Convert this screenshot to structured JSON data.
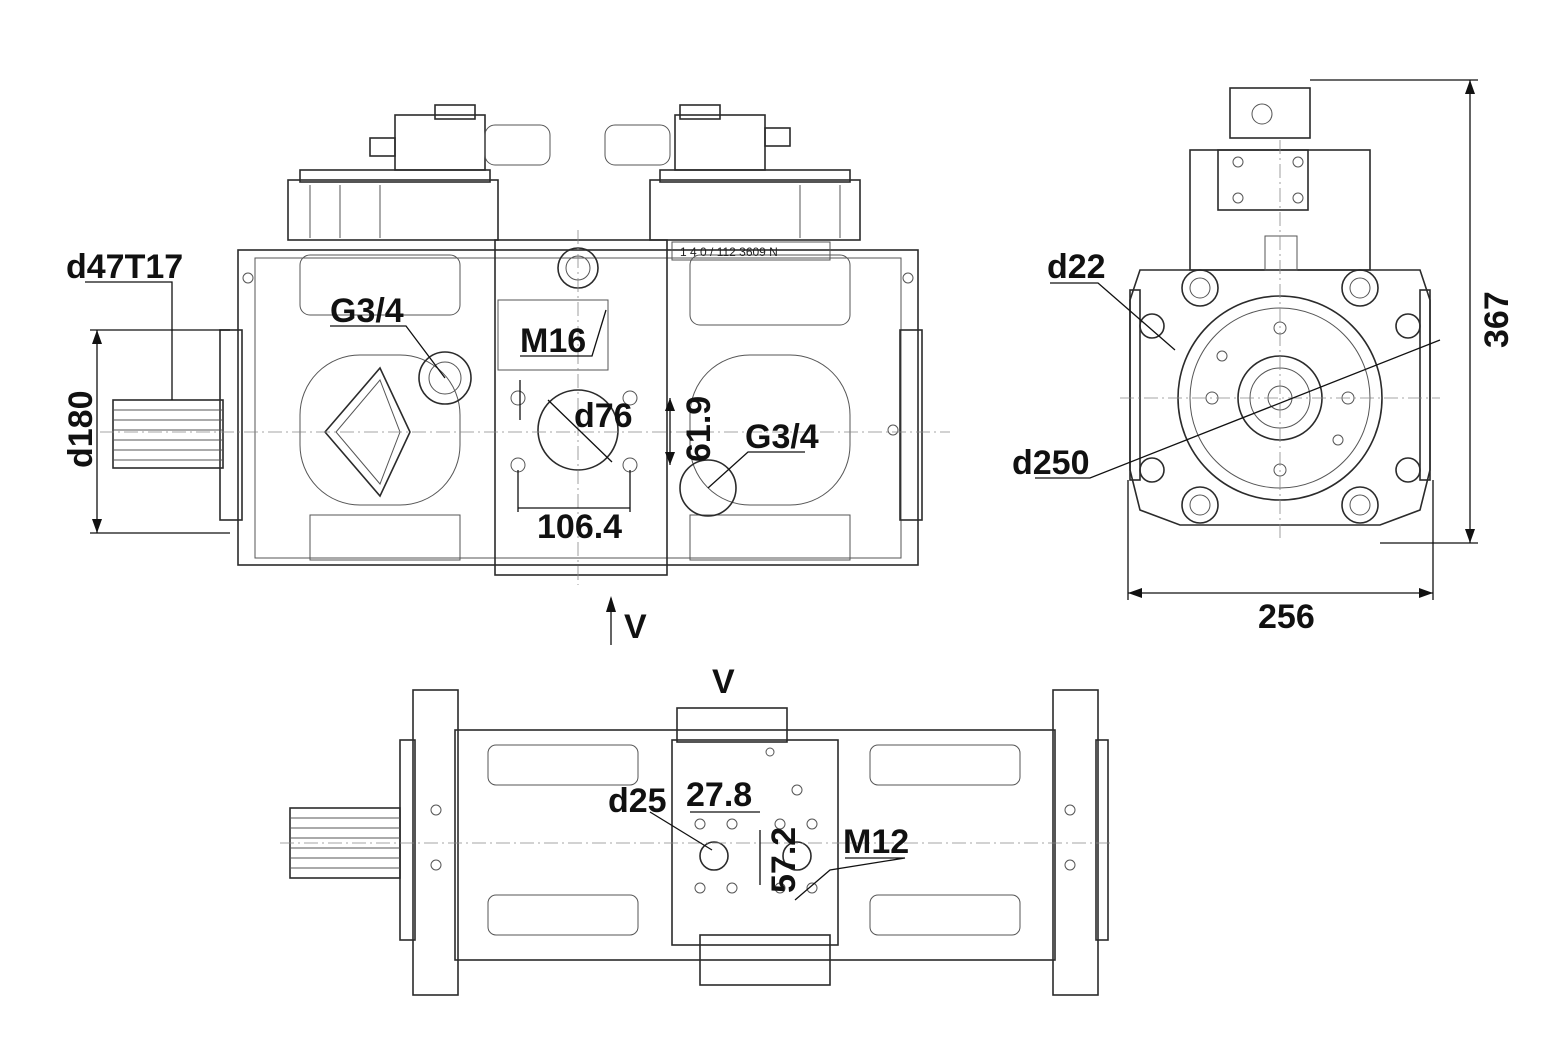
{
  "labels": {
    "spline": "d47T17",
    "shaft_dia": "d180",
    "port_left": "G3/4",
    "port_right": "G3/4",
    "m16": "M16",
    "d76": "d76",
    "dim_61_9": "61.9",
    "dim_106_4": "106.4",
    "view_arrow_label": "V",
    "view_title": "V",
    "d22": "d22",
    "d250": "d250",
    "height": "367",
    "width": "256",
    "d25": "d25",
    "dim_27_8": "27.8",
    "dim_57_2": "57.2",
    "m12": "M12",
    "nameplate": "1 4 0 / 112 3609 N"
  }
}
